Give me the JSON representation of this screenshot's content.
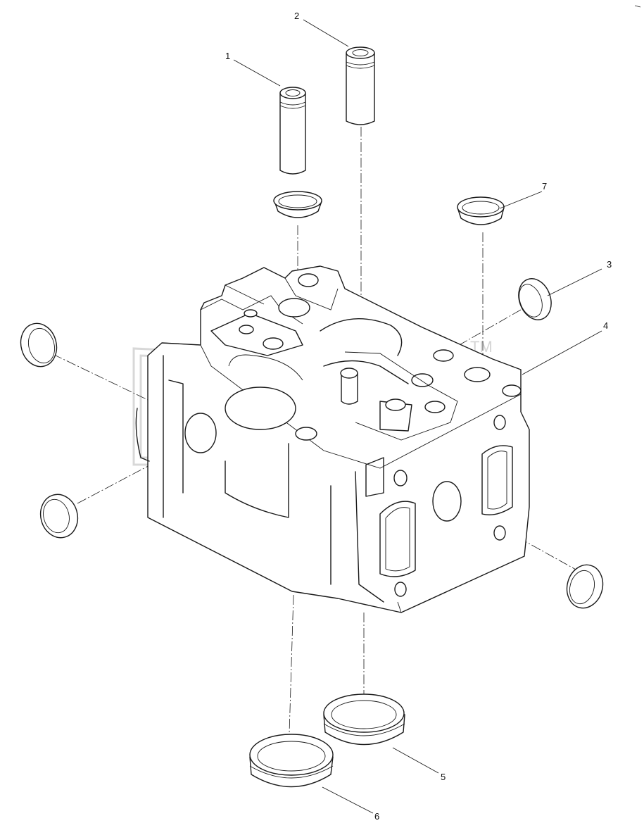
{
  "diagram": {
    "type": "exploded-parts-view",
    "callouts": [
      "1",
      "2",
      "3",
      "4",
      "5",
      "6",
      "7"
    ],
    "watermark": {
      "text": "ƎTM",
      "color": "#b8b8b8"
    },
    "line_color": "#1a1a1a",
    "background": "#ffffff"
  }
}
